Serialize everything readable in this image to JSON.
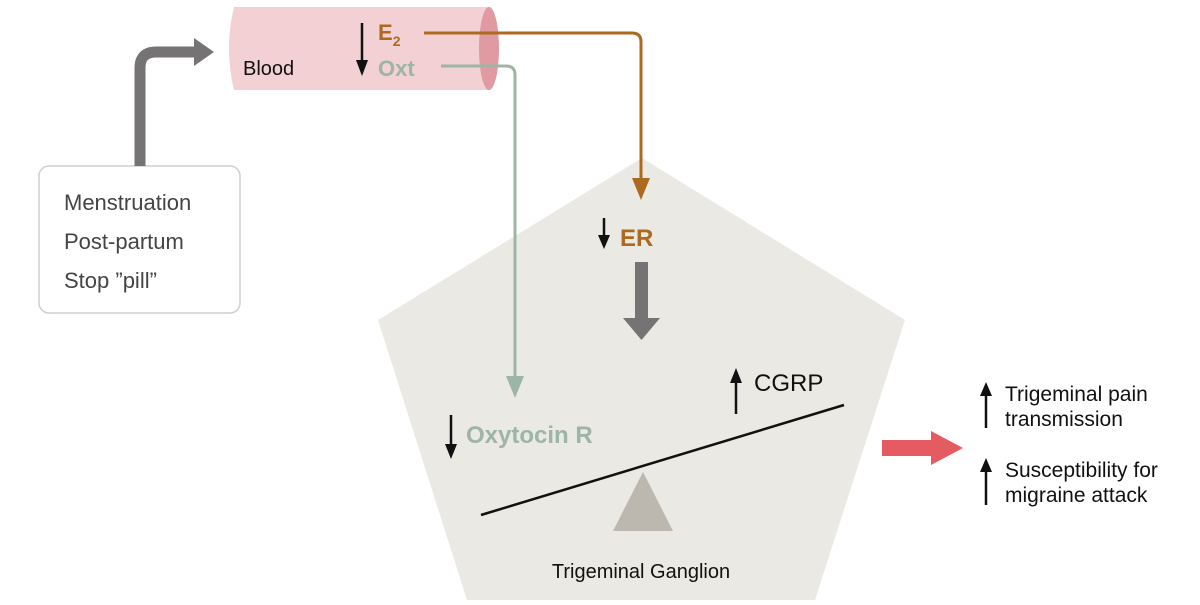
{
  "triggers": {
    "items": [
      "Menstruation",
      "Post-partum",
      "Stop ”pill”"
    ]
  },
  "blood": {
    "label": "Blood",
    "e2_base": "E",
    "e2_sub": "2",
    "oxt_label": "Oxt"
  },
  "ganglion": {
    "er_label": "ER",
    "oxytocin_r_label": "Oxytocin R",
    "cgrp_label": "CGRP",
    "title": "Trigeminal Ganglion"
  },
  "outcomes": {
    "pain_line1": "Trigeminal pain",
    "pain_line2": "transmission",
    "migraine_line1": "Susceptibility for",
    "migraine_line2": "migraine attack"
  },
  "colors": {
    "estrogen": "#ad6a1f",
    "oxytocin": "#9cb5a5",
    "blood_vessel": "#f2d0d3",
    "ganglion": "#ebe9e3",
    "fulcrum": "#bdb8af",
    "gray_arrow": "#757374",
    "red_arrow": "#e45b62"
  }
}
